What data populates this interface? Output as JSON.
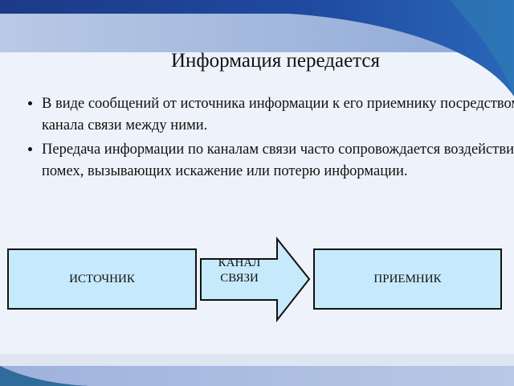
{
  "slide": {
    "title": "Информация передается",
    "bullets": [
      "В виде сообщений от источника информации к его приемнику посредством канала связи между ними.",
      "Передача информации по каналам связи часто сопровождается воздействием помех, вызывающих искажение или потерю информации."
    ],
    "diagram": {
      "source": "ИСТОЧНИК",
      "channel_line1": "КАНАЛ",
      "channel_line2": "СВЯЗИ",
      "receiver": "ПРИЕМНИК"
    }
  },
  "colors": {
    "box_fill": "#c6eafc",
    "band_dark": "#1d3f8f",
    "band_light": "#a9bddf"
  }
}
